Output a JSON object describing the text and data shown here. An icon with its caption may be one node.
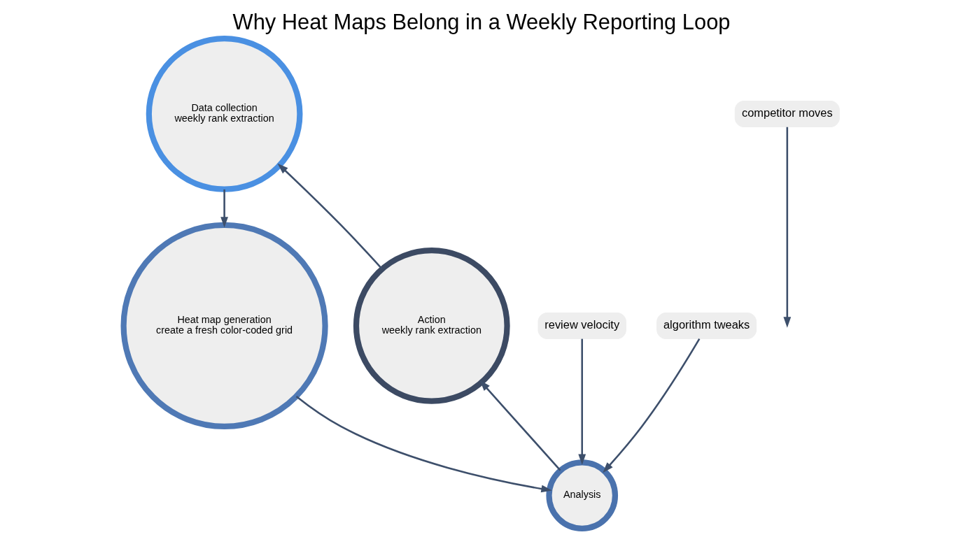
{
  "diagram": {
    "title": "Why Heat Maps Belong in a Weekly Reporting Loop",
    "nodes": [
      {
        "text": [
          "Data collection",
          "weekly rank extraction"
        ]
      },
      {
        "text": [
          "Heat map generation",
          "create a fresh color-coded grid"
        ]
      },
      {
        "text": [
          "Analysis"
        ]
      },
      {
        "text": [
          "Action",
          "weekly rank extraction"
        ]
      },
      {
        "text": [
          "competitor moves"
        ]
      },
      {
        "text": [
          "review velocity"
        ]
      },
      {
        "text": [
          "algorithm tweaks"
        ]
      }
    ],
    "edges": [
      {
        "from": 0,
        "to": 1,
        "arrow": "to"
      },
      {
        "from": 1,
        "to": 2,
        "arrow": "to"
      },
      {
        "from": 2,
        "to": 3,
        "arrow": "to"
      },
      {
        "from": 3,
        "to": 0,
        "arrow": "to"
      },
      {
        "from": 4,
        "to": null,
        "arrow": "to"
      },
      {
        "from": 5,
        "to": 2,
        "arrow": "to"
      },
      {
        "from": 6,
        "to": 2,
        "arrow": "to"
      }
    ]
  }
}
